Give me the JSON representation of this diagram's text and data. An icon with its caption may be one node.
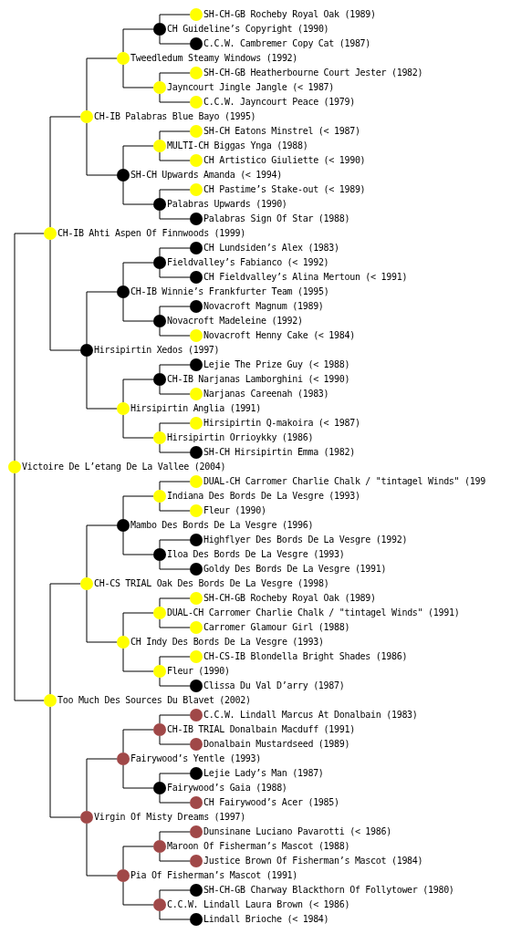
{
  "diagram": {
    "nodes": [
      {
        "text": [],
        "shape": "circle",
        "beside": [
          "SH-CH-GB Rocheby Royal Oak (1989)"
        ]
      },
      {
        "text": [],
        "shape": "circle",
        "beside": [
          "CH Guideline’s Copyright (1990)"
        ]
      },
      {
        "text": [],
        "shape": "circle",
        "beside": [
          "C.C.W. Cambremer Copy Cat (1987)"
        ]
      },
      {
        "text": [],
        "shape": "circle",
        "beside": [
          "Tweedledum Steamy Windows (1992)"
        ]
      },
      {
        "text": [],
        "shape": "circle",
        "beside": [
          "SH-CH-GB Heatherbourne Court Jester (1982)"
        ]
      },
      {
        "text": [],
        "shape": "circle",
        "beside": [
          "Jayncourt Jingle Jangle (< 1987)"
        ]
      },
      {
        "text": [],
        "shape": "circle",
        "beside": [
          "C.C.W. Jayncourt Peace (1979)"
        ]
      },
      {
        "text": [],
        "shape": "circle",
        "beside": [
          "CH-IB Palabras Blue Bayo (1995)"
        ]
      },
      {
        "text": [],
        "shape": "circle",
        "beside": [
          "SH-CH Eatons Minstrel (< 1987)"
        ]
      },
      {
        "text": [],
        "shape": "circle",
        "beside": [
          "MULTI-CH Biggas Ynga (1988)"
        ]
      },
      {
        "text": [],
        "shape": "circle",
        "beside": [
          "CH Artistico Giuliette (< 1990)"
        ]
      },
      {
        "text": [],
        "shape": "circle",
        "beside": [
          "SH-CH Upwards Amanda (< 1994)"
        ]
      },
      {
        "text": [],
        "shape": "circle",
        "beside": [
          "CH Pastime’s Stake-out (< 1989)"
        ]
      },
      {
        "text": [],
        "shape": "circle",
        "beside": [
          "Palabras Upwards (1990)"
        ]
      },
      {
        "text": [],
        "shape": "circle",
        "beside": [
          "Palabras Sign Of Star (1988)"
        ]
      },
      {
        "text": [],
        "shape": "circle",
        "beside": [
          "CH-IB Ahti Aspen Of Finnwoods (1999)"
        ]
      },
      {
        "text": [],
        "shape": "circle",
        "beside": [
          "CH Lundsiden’s Alex (1983)"
        ]
      },
      {
        "text": [],
        "shape": "circle",
        "beside": [
          "Fieldvalley’s Fabianco (< 1992)"
        ]
      },
      {
        "text": [],
        "shape": "circle",
        "beside": [
          "CH Fieldvalley’s Alina Mertoun (< 1991)"
        ]
      },
      {
        "text": [],
        "shape": "circle",
        "beside": [
          "CH-IB Winnie’s Frankfurter Team (1995)"
        ]
      },
      {
        "text": [],
        "shape": "circle",
        "beside": [
          "Novacroft Magnum (1989)"
        ]
      },
      {
        "text": [],
        "shape": "circle",
        "beside": [
          "Novacroft Madeleine (1992)"
        ]
      },
      {
        "text": [],
        "shape": "circle",
        "beside": [
          "Novacroft Henny Cake (< 1984)"
        ]
      },
      {
        "text": [],
        "shape": "circle",
        "beside": [
          "Hirsipirtin Xedos (1997)"
        ]
      },
      {
        "text": [],
        "shape": "circle",
        "beside": [
          "Lejie The Prize Guy (< 1988)"
        ]
      },
      {
        "text": [],
        "shape": "circle",
        "beside": [
          "CH-IB Narjanas Lamborghini (< 1990)"
        ]
      },
      {
        "text": [],
        "shape": "circle",
        "beside": [
          "Narjanas Careenah (1983)"
        ]
      },
      {
        "text": [],
        "shape": "circle",
        "beside": [
          "Hirsipirtin Anglia (1991)"
        ]
      },
      {
        "text": [],
        "shape": "circle",
        "beside": [
          "Hirsipirtin Q-makoira (< 1987)"
        ]
      },
      {
        "text": [],
        "shape": "circle",
        "beside": [
          "Hirsipirtin Orrioykky (1986)"
        ]
      },
      {
        "text": [],
        "shape": "circle",
        "beside": [
          "SH-CH Hirsipirtin Emma (1982)"
        ]
      },
      {
        "text": [],
        "shape": "circle",
        "beside": [
          "Victoire De L’etang De La Vallee (2004)"
        ]
      },
      {
        "text": [],
        "shape": "circle",
        "beside": [
          "DUAL-CH Carromer Charlie Chalk / \"tintagel Winds\" (199"
        ]
      },
      {
        "text": [],
        "shape": "circle",
        "beside": [
          "Indiana Des Bords De La Vesgre (1993)"
        ]
      },
      {
        "text": [],
        "shape": "circle",
        "beside": [
          "Fleur (1990)"
        ]
      },
      {
        "text": [],
        "shape": "circle",
        "beside": [
          "Mambo Des Bords De La Vesgre (1996)"
        ]
      },
      {
        "text": [],
        "shape": "circle",
        "beside": [
          "Highflyer Des Bords De La Vesgre (1992)"
        ]
      },
      {
        "text": [],
        "shape": "circle",
        "beside": [
          "Iloa Des Bords De La Vesgre (1993)"
        ]
      },
      {
        "text": [],
        "shape": "circle",
        "beside": [
          "Goldy Des Bords De La Vesgre (1991)"
        ]
      },
      {
        "text": [],
        "shape": "circle",
        "beside": [
          "CH-CS TRIAL Oak Des Bords De La Vesgre (1998)"
        ]
      },
      {
        "text": [],
        "shape": "circle",
        "beside": [
          "SH-CH-GB Rocheby Royal Oak (1989)"
        ]
      },
      {
        "text": [],
        "shape": "circle",
        "beside": [
          "DUAL-CH Carromer Charlie Chalk / \"tintagel Winds\" (1991)"
        ]
      },
      {
        "text": [],
        "shape": "circle",
        "beside": [
          "Carromer Glamour Girl (1988)"
        ]
      },
      {
        "text": [],
        "shape": "circle",
        "beside": [
          "CH Indy Des Bords De La Vesgre (1993)"
        ]
      },
      {
        "text": [],
        "shape": "circle",
        "beside": [
          "CH-CS-IB Blondella Bright Shades (1986)"
        ]
      },
      {
        "text": [],
        "shape": "circle",
        "beside": [
          "Fleur (1990)"
        ]
      },
      {
        "text": [],
        "shape": "circle",
        "beside": [
          "Clissa Du Val D’arry (1987)"
        ]
      },
      {
        "text": [],
        "shape": "circle",
        "beside": [
          "Too Much Des Sources Du Blavet (2002)"
        ]
      },
      {
        "text": [],
        "shape": "circle",
        "beside": [
          "C.C.W. Lindall Marcus At Donalbain (1983)"
        ]
      },
      {
        "text": [],
        "shape": "circle",
        "beside": [
          "CH-IB TRIAL Donalbain Macduff (1991)"
        ]
      },
      {
        "text": [],
        "shape": "circle",
        "beside": [
          "Donalbain Mustardseed (1989)"
        ]
      },
      {
        "text": [],
        "shape": "circle",
        "beside": [
          "Fairywood’s Yentle (1993)"
        ]
      },
      {
        "text": [],
        "shape": "circle",
        "beside": [
          "Lejie Lady’s Man (1987)"
        ]
      },
      {
        "text": [],
        "shape": "circle",
        "beside": [
          "Fairywood’s Gaia (1988)"
        ]
      },
      {
        "text": [],
        "shape": "circle",
        "beside": [
          "CH Fairywood’s Acer (1985)"
        ]
      },
      {
        "text": [],
        "shape": "circle",
        "beside": [
          "Virgin Of Misty Dreams (1997)"
        ]
      },
      {
        "text": [],
        "shape": "circle",
        "beside": [
          "Dunsinane Luciano Pavarotti (< 1986)"
        ]
      },
      {
        "text": [],
        "shape": "circle",
        "beside": [
          "Maroon Of Fisherman’s Mascot (1988)"
        ]
      },
      {
        "text": [],
        "shape": "circle",
        "beside": [
          "Justice Brown Of Fisherman’s Mascot (1984)"
        ]
      },
      {
        "text": [],
        "shape": "circle",
        "beside": [
          "Pia Of Fisherman’s Mascot (1991)"
        ]
      },
      {
        "text": [],
        "shape": "circle",
        "beside": [
          "SH-CH-GB Charway Blackthorn Of Follytower (1980)"
        ]
      },
      {
        "text": [],
        "shape": "circle",
        "beside": [
          "C.C.W. Lindall Laura Brown (< 1986)"
        ]
      },
      {
        "text": [],
        "shape": "circle",
        "beside": [
          "Lindall Brioche (< 1984)"
        ]
      }
    ],
    "edges": [
      {
        "from": 31,
        "to": 15,
        "arrow": "none"
      },
      {
        "from": 31,
        "to": 47,
        "arrow": "none"
      },
      {
        "from": 15,
        "to": 7,
        "arrow": "none"
      },
      {
        "from": 15,
        "to": 23,
        "arrow": "none"
      },
      {
        "from": 7,
        "to": 3,
        "arrow": "none"
      },
      {
        "from": 7,
        "to": 11,
        "arrow": "none"
      },
      {
        "from": 3,
        "to": 1,
        "arrow": "none"
      },
      {
        "from": 3,
        "to": 5,
        "arrow": "none"
      },
      {
        "from": 1,
        "to": 0,
        "arrow": "none"
      },
      {
        "from": 1,
        "to": 2,
        "arrow": "none"
      },
      {
        "from": 5,
        "to": 4,
        "arrow": "none"
      },
      {
        "from": 5,
        "to": 6,
        "arrow": "none"
      },
      {
        "from": 11,
        "to": 9,
        "arrow": "none"
      },
      {
        "from": 11,
        "to": 13,
        "arrow": "none"
      },
      {
        "from": 9,
        "to": 8,
        "arrow": "none"
      },
      {
        "from": 9,
        "to": 10,
        "arrow": "none"
      },
      {
        "from": 13,
        "to": 12,
        "arrow": "none"
      },
      {
        "from": 13,
        "to": 14,
        "arrow": "none"
      },
      {
        "from": 23,
        "to": 19,
        "arrow": "none"
      },
      {
        "from": 23,
        "to": 27,
        "arrow": "none"
      },
      {
        "from": 19,
        "to": 17,
        "arrow": "none"
      },
      {
        "from": 19,
        "to": 21,
        "arrow": "none"
      },
      {
        "from": 17,
        "to": 16,
        "arrow": "none"
      },
      {
        "from": 17,
        "to": 18,
        "arrow": "none"
      },
      {
        "from": 21,
        "to": 20,
        "arrow": "none"
      },
      {
        "from": 21,
        "to": 22,
        "arrow": "none"
      },
      {
        "from": 27,
        "to": 25,
        "arrow": "none"
      },
      {
        "from": 27,
        "to": 29,
        "arrow": "none"
      },
      {
        "from": 25,
        "to": 24,
        "arrow": "none"
      },
      {
        "from": 25,
        "to": 26,
        "arrow": "none"
      },
      {
        "from": 29,
        "to": 28,
        "arrow": "none"
      },
      {
        "from": 29,
        "to": 30,
        "arrow": "none"
      },
      {
        "from": 47,
        "to": 39,
        "arrow": "none"
      },
      {
        "from": 47,
        "to": 55,
        "arrow": "none"
      },
      {
        "from": 39,
        "to": 35,
        "arrow": "none"
      },
      {
        "from": 39,
        "to": 43,
        "arrow": "none"
      },
      {
        "from": 35,
        "to": 33,
        "arrow": "none"
      },
      {
        "from": 35,
        "to": 37,
        "arrow": "none"
      },
      {
        "from": 33,
        "to": 32,
        "arrow": "none"
      },
      {
        "from": 33,
        "to": 34,
        "arrow": "none"
      },
      {
        "from": 37,
        "to": 36,
        "arrow": "none"
      },
      {
        "from": 37,
        "to": 38,
        "arrow": "none"
      },
      {
        "from": 43,
        "to": 41,
        "arrow": "none"
      },
      {
        "from": 43,
        "to": 45,
        "arrow": "none"
      },
      {
        "from": 41,
        "to": 40,
        "arrow": "none"
      },
      {
        "from": 41,
        "to": 42,
        "arrow": "none"
      },
      {
        "from": 45,
        "to": 44,
        "arrow": "none"
      },
      {
        "from": 45,
        "to": 46,
        "arrow": "none"
      },
      {
        "from": 55,
        "to": 51,
        "arrow": "none"
      },
      {
        "from": 55,
        "to": 59,
        "arrow": "none"
      },
      {
        "from": 51,
        "to": 49,
        "arrow": "none"
      },
      {
        "from": 51,
        "to": 53,
        "arrow": "none"
      },
      {
        "from": 49,
        "to": 48,
        "arrow": "none"
      },
      {
        "from": 49,
        "to": 50,
        "arrow": "none"
      },
      {
        "from": 53,
        "to": 52,
        "arrow": "none"
      },
      {
        "from": 53,
        "to": 54,
        "arrow": "none"
      },
      {
        "from": 59,
        "to": 57,
        "arrow": "none"
      },
      {
        "from": 59,
        "to": 61,
        "arrow": "none"
      },
      {
        "from": 57,
        "to": 56,
        "arrow": "none"
      },
      {
        "from": 57,
        "to": 58,
        "arrow": "none"
      },
      {
        "from": 61,
        "to": 60,
        "arrow": "none"
      },
      {
        "from": 61,
        "to": 62,
        "arrow": "none"
      }
    ]
  }
}
